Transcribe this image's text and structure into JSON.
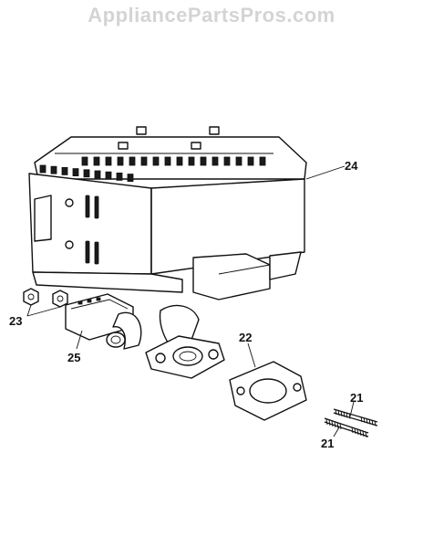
{
  "watermark": "AppliancePartsPros.com",
  "callouts": {
    "muffler": "24",
    "nut": "23",
    "flange": "25",
    "gasket": "22",
    "stud_upper": "21",
    "stud_lower": "21"
  }
}
